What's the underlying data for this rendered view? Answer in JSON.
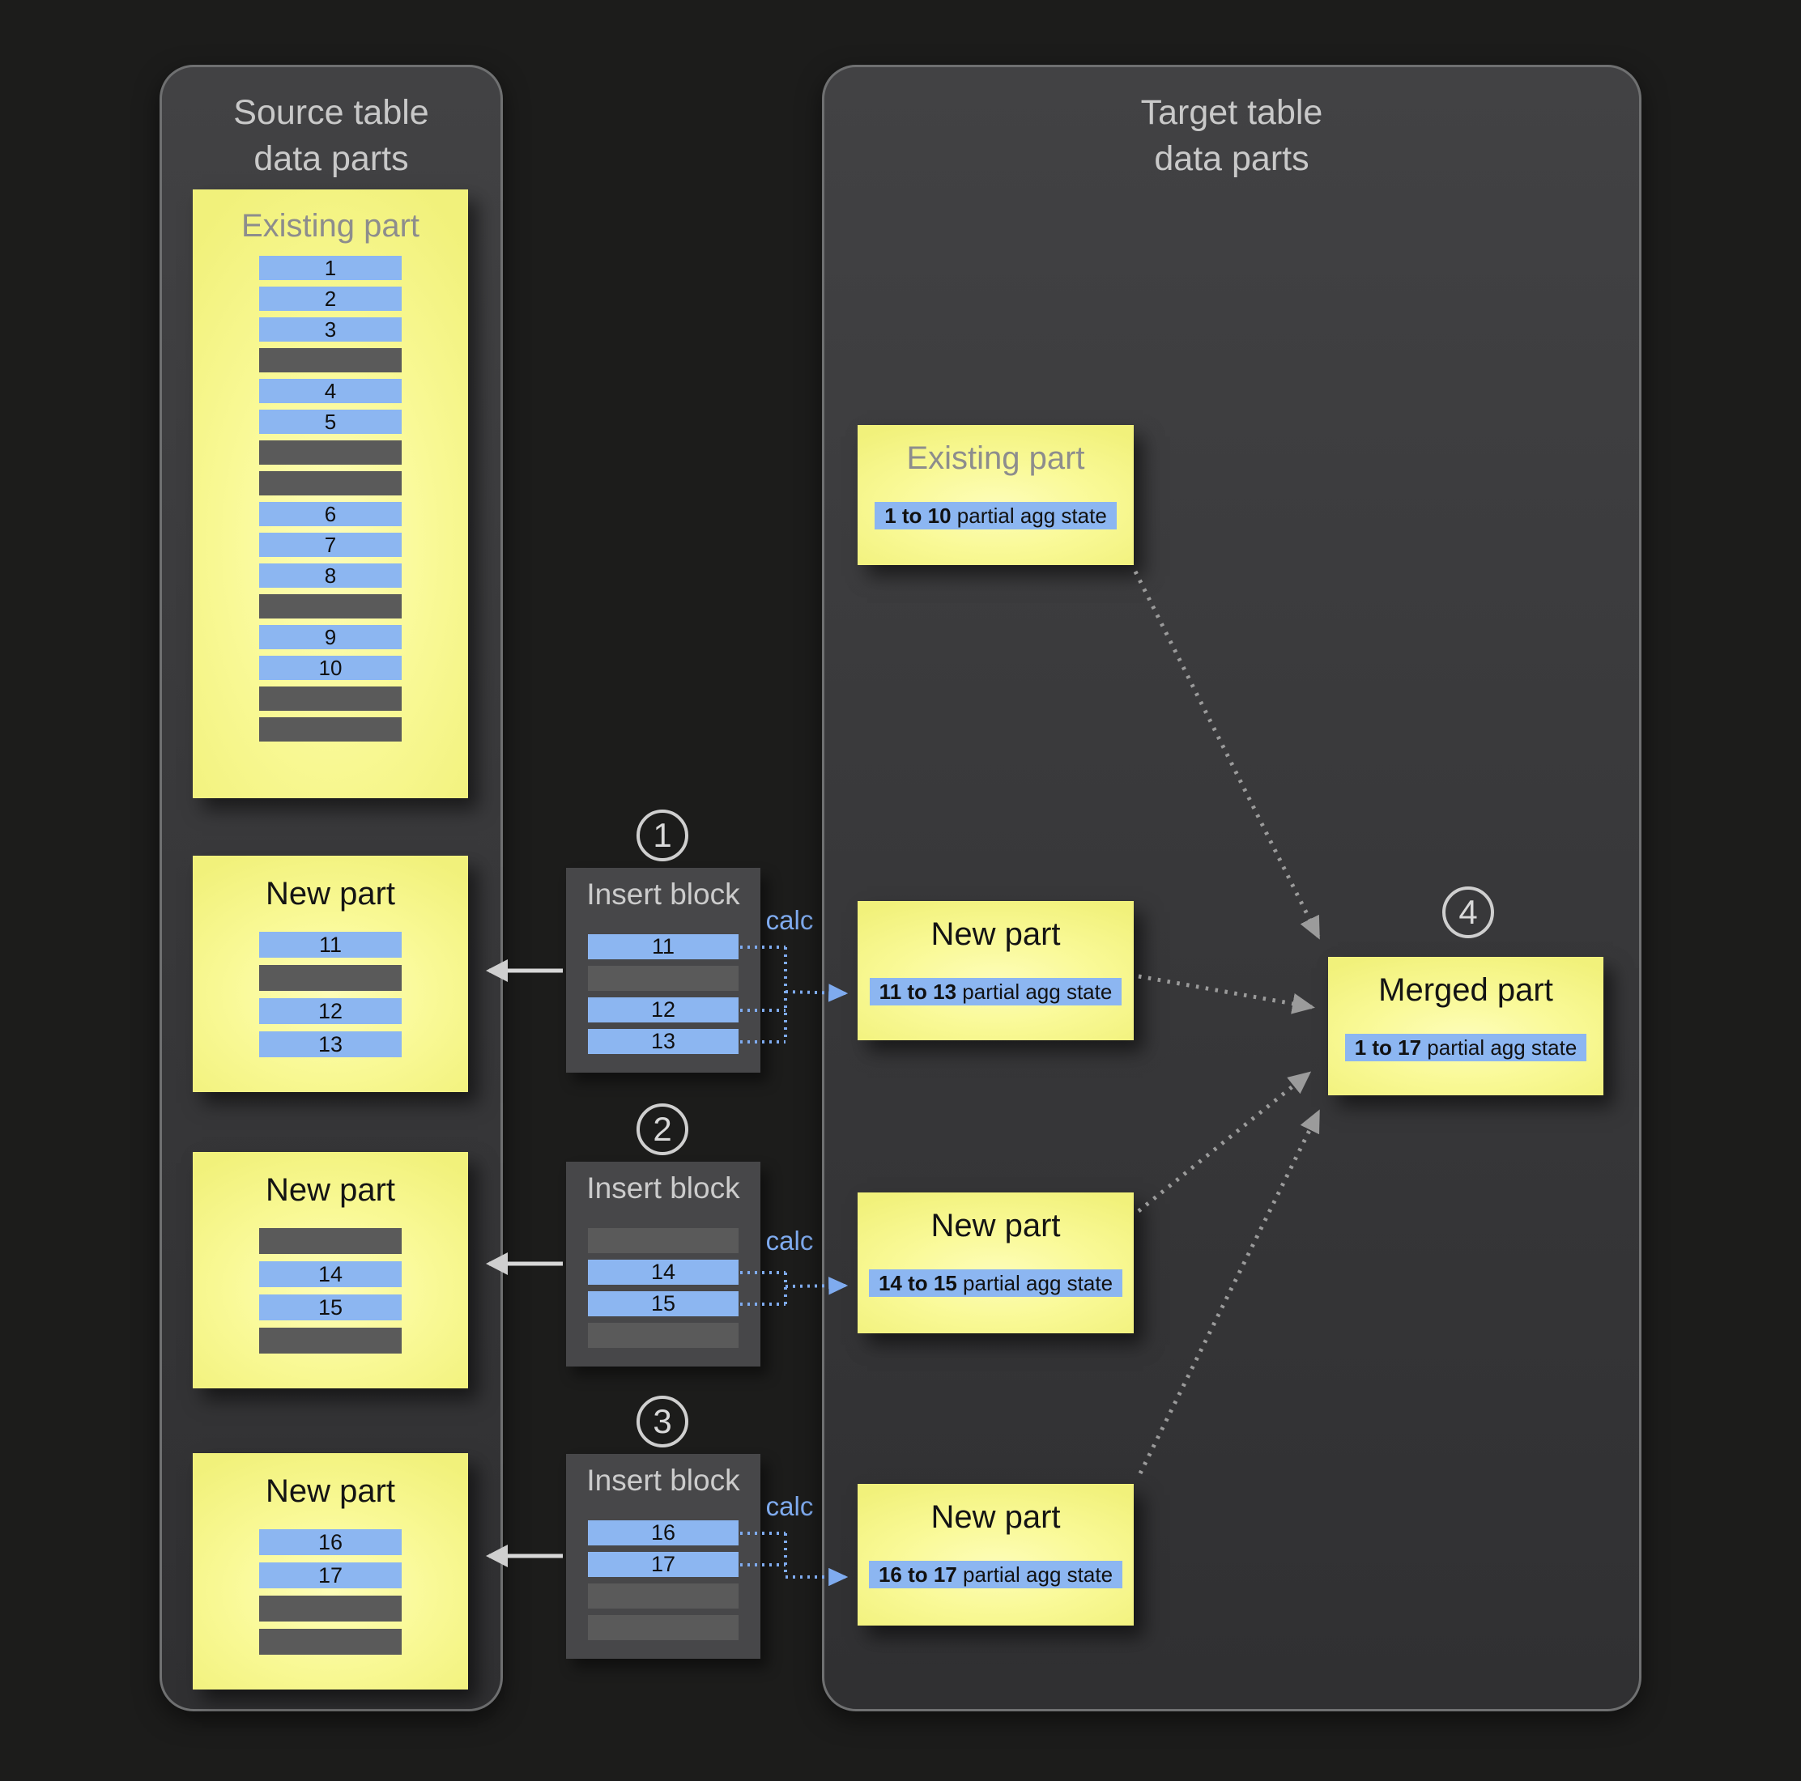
{
  "source_panel": {
    "title_line1": "Source table",
    "title_line2": "data parts",
    "existing_part": {
      "title": "Existing part",
      "rows": [
        "1",
        "2",
        "3",
        "",
        "4",
        "5",
        "",
        "",
        "6",
        "7",
        "8",
        "",
        "9",
        "10",
        "",
        ""
      ]
    },
    "new_parts": [
      {
        "title": "New part",
        "rows": [
          "11",
          "",
          "12",
          "13"
        ]
      },
      {
        "title": "New part",
        "rows": [
          "",
          "14",
          "15",
          ""
        ]
      },
      {
        "title": "New part",
        "rows": [
          "16",
          "17",
          "",
          ""
        ]
      }
    ]
  },
  "insert_steps": [
    {
      "step": "1",
      "title": "Insert block",
      "calc_label": "calc",
      "rows": [
        "11",
        "",
        "12",
        "13"
      ]
    },
    {
      "step": "2",
      "title": "Insert block",
      "calc_label": "calc",
      "rows": [
        "",
        "14",
        "15",
        ""
      ]
    },
    {
      "step": "3",
      "title": "Insert block",
      "calc_label": "calc",
      "rows": [
        "16",
        "17",
        "",
        ""
      ]
    }
  ],
  "target_panel": {
    "title_line1": "Target table",
    "title_line2": "data parts",
    "existing_part": {
      "title": "Existing part",
      "agg_range": "1 to 10",
      "agg_suffix": " partial agg state"
    },
    "new_parts": [
      {
        "title": "New part",
        "agg_range": "11 to 13",
        "agg_suffix": " partial agg state"
      },
      {
        "title": "New part",
        "agg_range": "14 to 15",
        "agg_suffix": " partial agg state"
      },
      {
        "title": "New part",
        "agg_range": "16 to 17",
        "agg_suffix": " partial agg state"
      }
    ],
    "merged_part": {
      "step": "4",
      "title": "Merged part",
      "agg_range": "1 to 17",
      "agg_suffix": " partial agg state"
    }
  },
  "colors": {
    "background": "#1c1c1b",
    "panel_bg": "#3a3a3c",
    "panel_border": "#6f7071",
    "part_yellow": "#f8f88f",
    "row_blue": "#8cb6f1",
    "row_gray": "#5a5a5a",
    "insert_block_bg": "#474749",
    "calc_blue": "#7fabef",
    "arrow_gray": "#9b9b9b",
    "arrow_white": "#d8d8d8"
  }
}
